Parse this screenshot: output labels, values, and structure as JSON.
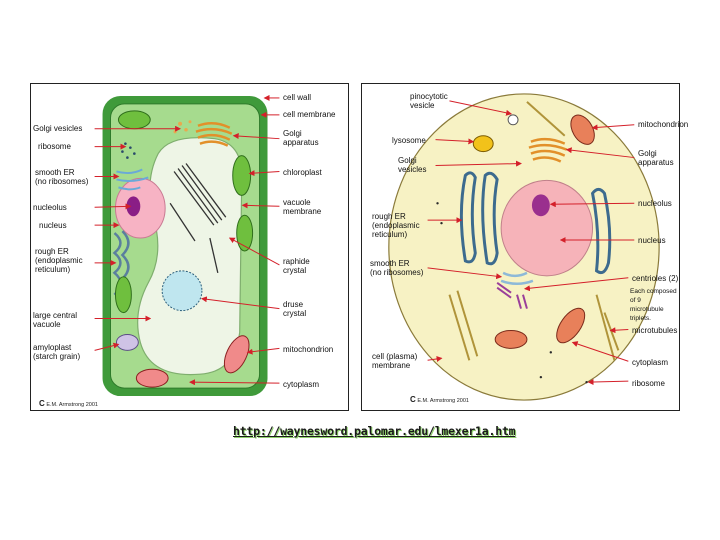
{
  "plant_cell": {
    "labels": {
      "cell_wall": "cell wall",
      "cell_membrane": "cell membrane",
      "golgi_vesicles": "Golgi vesicles",
      "ribosome": "ribosome",
      "golgi_apparatus": "Golgi\napparatus",
      "smooth_er": "smooth ER\n(no ribosomes)",
      "chloroplast": "chloroplast",
      "vacuole_membrane": "vacuole\nmembrane",
      "nucleolus": "nucleolus",
      "nucleus": "nucleus",
      "rough_er": "rough ER\n(endoplasmic\nreticulum)",
      "raphide_crystal": "raphide\ncrystal",
      "druse_crystal": "druse\ncrystal",
      "large_central_vacuole": "large central\nvacuole",
      "amyloplast": "amyloplast\n(starch grain)",
      "mitochondrion": "mitochondrion",
      "cytoplasm": "cytoplasm"
    },
    "copyright": "E.M. Armstrong 2001"
  },
  "animal_cell": {
    "labels": {
      "pinocytotic_vesicle": "pinocytotic\nvesicle",
      "lysosome": "lysosome",
      "golgi_vesicles": "Golgi\nvesicles",
      "mitochondrion": "mitochondrion",
      "golgi_apparatus": "Golgi\napparatus",
      "nucleolus": "nucleolus",
      "rough_er": "rough ER\n(endoplasmic\nreticulum)",
      "nucleus": "nucleus",
      "smooth_er": "smooth ER\n(no ribosomes)",
      "centrioles": "centrioles (2)",
      "centrioles_note": "Each composed of 9\nmicrotubule triplets.",
      "microtubules": "microtubules",
      "cell_membrane": "cell (plasma)\nmembrane",
      "cytoplasm": "cytoplasm",
      "ribosome": "ribosome"
    },
    "copyright": "E.M. Armstrong 2001"
  },
  "copyright_symbol": "C",
  "source_url": "http://waynesword.palomar.edu/lmexer1a.htm",
  "colors": {
    "plant_wall": "#3f9a3a",
    "plant_cytoplasm": "#a6db8e",
    "plant_vacuole": "#eef5e6",
    "nucleus": "#f7b3c4",
    "nucleolus": "#8a1e86",
    "animal_cytoplasm": "#f7f2c4",
    "arrow": "#d4202a"
  }
}
